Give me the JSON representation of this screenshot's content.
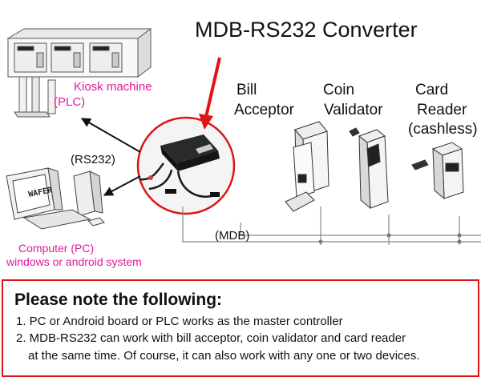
{
  "title": "MDB-RS232 Converter",
  "devices": {
    "bill": [
      "Bill",
      "Acceptor"
    ],
    "coin": [
      "Coin",
      "Validator"
    ],
    "card": [
      "Card",
      "Reader",
      "(cashless)"
    ]
  },
  "kiosk": [
    "Kiosk machine",
    "(PLC)"
  ],
  "rs232_label": "(RS232)",
  "mdb_label": "(MDB)",
  "computer": [
    "Computer (PC)",
    "windows or android system"
  ],
  "screen_logo": "WAFER",
  "notice": {
    "title": "Please note the following:",
    "items": [
      "1. PC or Android board or PLC works as the master controller",
      "2. MDB-RS232 can work with bill acceptor, coin validator and card reader",
      "at the same time. Of course, it can also work with any one or two devices."
    ]
  },
  "colors": {
    "accent_magenta": "#e0199b",
    "arrow_red": "#e01414",
    "border_red": "#e01414"
  }
}
